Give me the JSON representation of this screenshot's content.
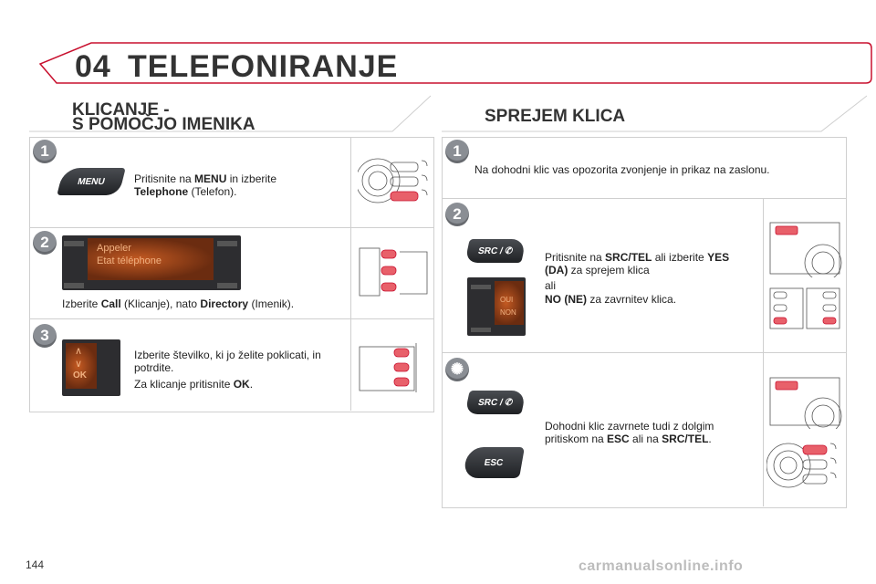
{
  "header": {
    "chapter": "04",
    "title": "TELEFONIRANJE"
  },
  "left": {
    "title_line1": "KLICANJE -",
    "title_line2": "S POMOČJO IMENIKA",
    "steps": [
      {
        "num": "1",
        "button_label": "MENU",
        "text_parts": [
          "Pritisnite na ",
          "MENU",
          " in izberite ",
          "Telephone",
          " (Telefon)."
        ]
      },
      {
        "num": "2",
        "screen_lines": [
          "Appeler",
          "Etat téléphone"
        ],
        "text_parts": [
          "Izberite ",
          "Call",
          " (Klicanje), nato ",
          "Directory",
          " (Imenik)."
        ]
      },
      {
        "num": "3",
        "ok_label": "OK",
        "text_line1": "Izberite številko, ki jo želite poklicati, in potrdite.",
        "text_parts": [
          "Za klicanje pritisnite ",
          "OK",
          "."
        ]
      }
    ]
  },
  "right": {
    "title": "SPREJEM KLICA",
    "steps": [
      {
        "num": "1",
        "text": "Na dohodni klic vas opozorita zvonjenje in prikaz na zaslonu."
      },
      {
        "num": "2",
        "button_label": "SRC / ✆",
        "screen_lines": [
          "OUI",
          "NON"
        ],
        "text_parts": [
          "Pritisnite na ",
          "SRC/TEL",
          " ali izberite ",
          "YES (DA)",
          " za sprejem klica"
        ],
        "or": "ali",
        "text_parts2": [
          "NO (NE)",
          " za zavrnitev klica."
        ]
      },
      {
        "num": "tip",
        "button_label": "SRC / ✆",
        "esc_label": "ESC",
        "text_parts": [
          "Dohodni klic zavrnete tudi z dolgim pritiskom na ",
          "ESC",
          " ali na ",
          "SRC/TEL",
          "."
        ]
      }
    ]
  },
  "footer": {
    "page": "144",
    "watermark": "carmanualsonline.info"
  },
  "icons": {
    "tip": "sun-light-icon"
  },
  "colors": {
    "accent": "#c8102e",
    "step_bg": "#8a8e94",
    "screen": "#c45a22"
  }
}
